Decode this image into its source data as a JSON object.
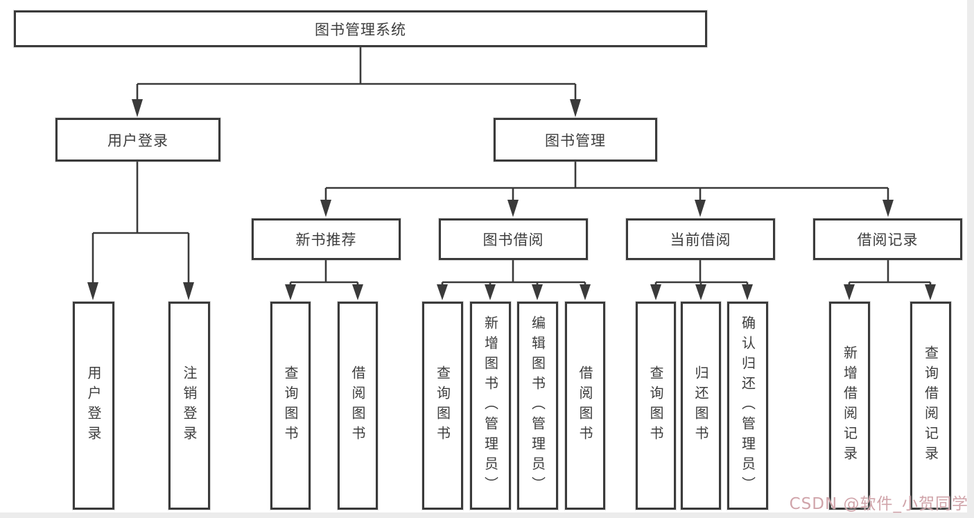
{
  "diagram": {
    "root": "图书管理系统",
    "level2": [
      "用户登录",
      "图书管理"
    ],
    "level3": [
      "新书推荐",
      "图书借阅",
      "当前借阅",
      "借阅记录"
    ],
    "leaves": {
      "user_login": [
        "用户登录",
        "注销登录"
      ],
      "new_book": [
        "查询图书",
        "借阅图书"
      ],
      "borrow": [
        "查询图书",
        "新增图书（管理员）",
        "编辑图书（管理员）",
        "借阅图书"
      ],
      "current": [
        "查询图书",
        "归还图书",
        "确认归还（管理员）"
      ],
      "records": [
        "新增借阅记录",
        "查询借阅记录"
      ]
    }
  },
  "watermark": {
    "text": "CSDN @软件_小贺同学"
  },
  "colors": {
    "line": "#3a3a3a",
    "box_border": "#3a3a3a",
    "text": "#3d3d3d",
    "background": "#ffffff",
    "watermark": "#d0a4aa",
    "page_edge": "#ececec"
  }
}
